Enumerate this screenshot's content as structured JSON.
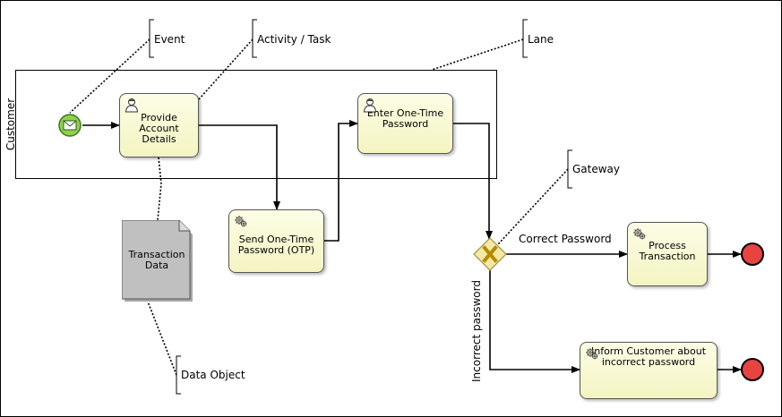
{
  "lane": {
    "label": "Customer"
  },
  "annotations": {
    "event": "Event",
    "activity": "Activity / Task",
    "lane": "Lane",
    "gateway": "Gateway",
    "data_object": "Data Object"
  },
  "tasks": {
    "provide": {
      "line1": "Provide",
      "line2": "Account Details",
      "type": "user"
    },
    "enter_otp": {
      "line1": "Enter One-Time",
      "line2": "Password",
      "type": "user"
    },
    "send_otp": {
      "line1": "Send One-Time",
      "line2": "Password (OTP)",
      "type": "service"
    },
    "process": {
      "line1": "Process",
      "line2": "Transaction",
      "type": "service"
    },
    "inform": {
      "line1": "Inform Customer about",
      "line2": "incorrect password",
      "type": "service"
    }
  },
  "data_object": {
    "line1": "Transaction",
    "line2": "Data"
  },
  "edges": {
    "correct": "Correct Password",
    "incorrect": "Incorrect password"
  },
  "colors": {
    "task_fill": "#f6f6c8",
    "start_event": "#8fd14f",
    "end_event": "#e84343",
    "gateway": "#f3e9a2",
    "data_object": "#c0c0c0"
  },
  "icons": {
    "start_event": "envelope-icon",
    "user_task": "user-icon",
    "service_task": "gear-icon",
    "gateway": "exclusive-x-icon"
  }
}
